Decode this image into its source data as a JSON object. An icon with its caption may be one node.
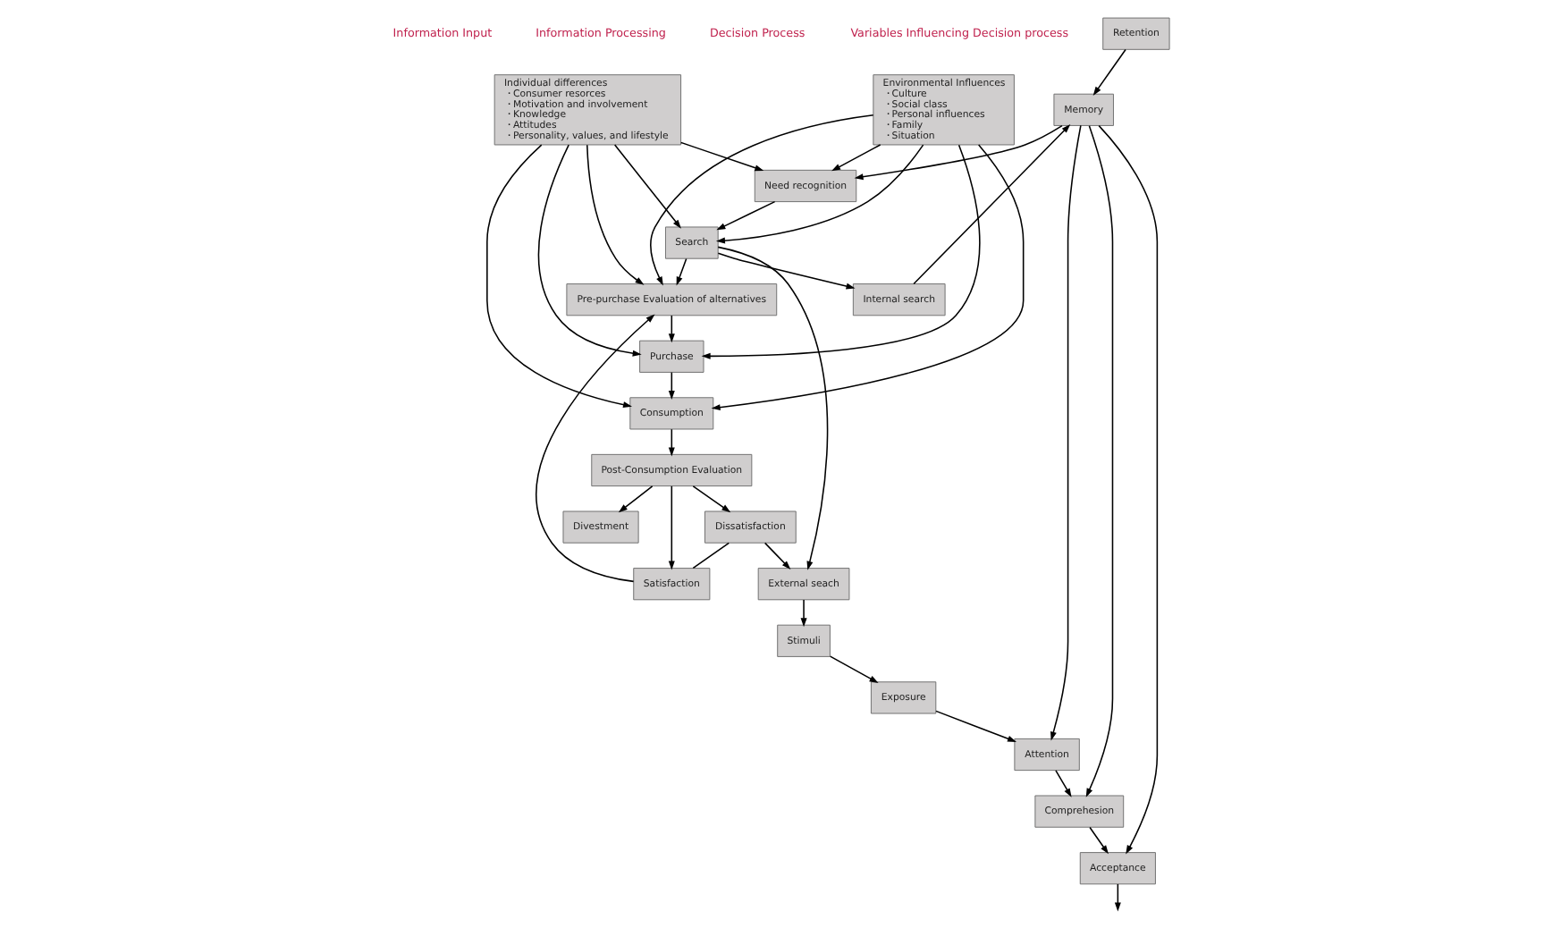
{
  "diagram": {
    "nodes": [
      {
        "text": [
          "Stimuli"
        ]
      },
      {
        "text": [
          "Exposure"
        ]
      },
      {
        "text": [
          "Attention"
        ]
      },
      {
        "text": [
          "Comprehesion"
        ]
      },
      {
        "text": [
          "Acceptance"
        ]
      },
      {
        "text": [
          "Retention"
        ]
      },
      {
        "text": [
          "External seach"
        ]
      },
      {
        "text": [
          "Internal search"
        ]
      },
      {
        "text": [
          "Memory"
        ]
      },
      {
        "text": [
          "Need recognition"
        ]
      },
      {
        "text": [
          "Search"
        ]
      },
      {
        "text": [
          "Pre-purchase Evaluation of alternatives"
        ]
      },
      {
        "text": [
          "Purchase"
        ]
      },
      {
        "text": [
          "Consumption"
        ]
      },
      {
        "text": [
          "Post-Consumption Evaluation"
        ]
      },
      {
        "text": [
          "Dissatisfaction"
        ]
      },
      {
        "text": [
          "Satisfaction"
        ]
      },
      {
        "text": [
          "Divestment"
        ]
      },
      {
        "text": [
          "Environmental Influences",
          "・Culture",
          "・Social class",
          "・Personal influences",
          "・Family",
          "・Situation"
        ]
      },
      {
        "text": [
          "Individual differences",
          "・Consumer resorces",
          "・Motivation and involvement",
          "・Knowledge",
          "・Attitudes",
          "・Personality, values, and lifestyle"
        ]
      }
    ],
    "edges": [
      {
        "from": 0,
        "to": 1,
        "arrow": "to"
      },
      {
        "from": 1,
        "to": 2,
        "arrow": "to"
      },
      {
        "from": 2,
        "to": 3,
        "arrow": "to"
      },
      {
        "from": 3,
        "to": 4,
        "arrow": "to"
      },
      {
        "from": 4,
        "to": null,
        "arrow": "to"
      },
      {
        "from": 5,
        "to": 8,
        "arrow": "to"
      },
      {
        "from": 6,
        "to": 0,
        "arrow": "to"
      },
      {
        "from": 7,
        "to": 8,
        "arrow": "to"
      },
      {
        "from": 8,
        "to": 2,
        "arrow": "to"
      },
      {
        "from": 8,
        "to": 3,
        "arrow": "to"
      },
      {
        "from": 8,
        "to": 4,
        "arrow": "to"
      },
      {
        "from": 8,
        "to": 9,
        "arrow": "to"
      },
      {
        "from": 9,
        "to": 10,
        "arrow": "to"
      },
      {
        "from": 10,
        "to": 7,
        "arrow": "to"
      },
      {
        "from": 10,
        "to": 6,
        "arrow": "to"
      },
      {
        "from": 10,
        "to": 11,
        "arrow": "to"
      },
      {
        "from": 11,
        "to": 12,
        "arrow": "to"
      },
      {
        "from": 12,
        "to": 13,
        "arrow": "to"
      },
      {
        "from": 13,
        "to": 14,
        "arrow": "to"
      },
      {
        "from": 14,
        "to": 15,
        "arrow": "to"
      },
      {
        "from": 14,
        "to": 16,
        "arrow": "to"
      },
      {
        "from": 14,
        "to": 17,
        "arrow": "to"
      },
      {
        "from": 15,
        "to": 6,
        "arrow": "to"
      },
      {
        "from": 15,
        "to": 16,
        "arrow": "none"
      },
      {
        "from": 16,
        "to": 11,
        "arrow": "to"
      },
      {
        "from": 18,
        "to": 9,
        "arrow": "to"
      },
      {
        "from": 18,
        "to": 10,
        "arrow": "to"
      },
      {
        "from": 18,
        "to": 11,
        "arrow": "to"
      },
      {
        "from": 18,
        "to": 12,
        "arrow": "to"
      },
      {
        "from": 18,
        "to": 13,
        "arrow": "to"
      },
      {
        "from": 19,
        "to": 9,
        "arrow": "to"
      },
      {
        "from": 19,
        "to": 10,
        "arrow": "to"
      },
      {
        "from": 19,
        "to": 11,
        "arrow": "to"
      },
      {
        "from": 19,
        "to": 12,
        "arrow": "to"
      },
      {
        "from": 19,
        "to": 13,
        "arrow": "to"
      }
    ],
    "labels": [
      "Information Input",
      "Information Processing",
      "Decision Process",
      "Variables Influencing Decision process"
    ]
  }
}
